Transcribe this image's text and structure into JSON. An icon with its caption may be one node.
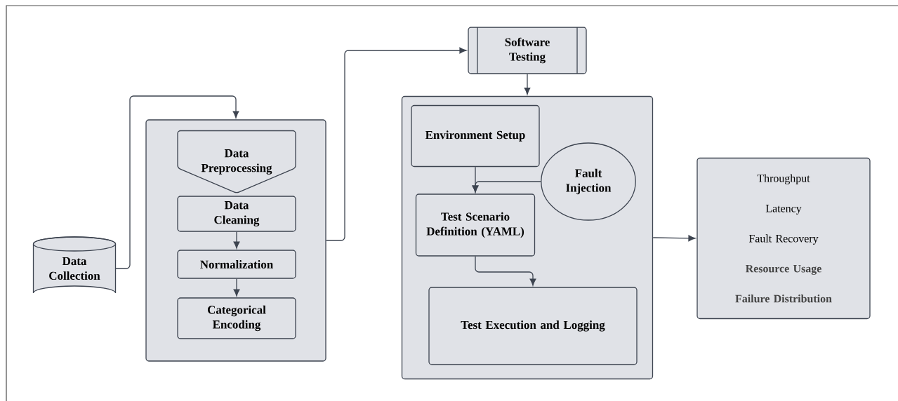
{
  "diagram": {
    "nodes": [
      {
        "text": [
          "Data Collection"
        ]
      },
      {
        "text": [],
        "shape": "box"
      },
      {
        "text": [
          "Data Preprocessing"
        ],
        "in": 1
      },
      {
        "text": [
          "Data Cleaning"
        ],
        "in": 1
      },
      {
        "text": [
          "Normalization"
        ],
        "in": 1
      },
      {
        "text": [
          "Categorical Encoding"
        ],
        "in": 1
      },
      {
        "text": [
          "Software Testing"
        ]
      },
      {
        "text": [],
        "shape": "box"
      },
      {
        "text": [
          "Environment Setup"
        ],
        "in": 7
      },
      {
        "text": [
          "Fault Injection"
        ],
        "in": 7
      },
      {
        "text": [
          "Test Scenario Definition (YAML)"
        ],
        "in": 7
      },
      {
        "text": [
          "Test Execution and Logging"
        ],
        "in": 7
      },
      {
        "text": [
          "Throughput",
          "Latency",
          "Fault Recovery",
          "Resource Usage",
          "Failure Distribution"
        ]
      }
    ],
    "edges": [
      {
        "from": 0,
        "to": 1,
        "arrow": "to"
      },
      {
        "from": 3,
        "to": 4,
        "arrow": "to"
      },
      {
        "from": 4,
        "to": 5,
        "arrow": "to"
      },
      {
        "from": 1,
        "to": 6,
        "arrow": "to"
      },
      {
        "from": 6,
        "to": 7,
        "arrow": "to"
      },
      {
        "from": 8,
        "to": 10,
        "arrow": "to"
      },
      {
        "from": 9,
        "to": 10,
        "arrow": "to"
      },
      {
        "from": 10,
        "to": 11,
        "arrow": "to"
      },
      {
        "from": 7,
        "to": 12,
        "arrow": "to"
      }
    ]
  }
}
